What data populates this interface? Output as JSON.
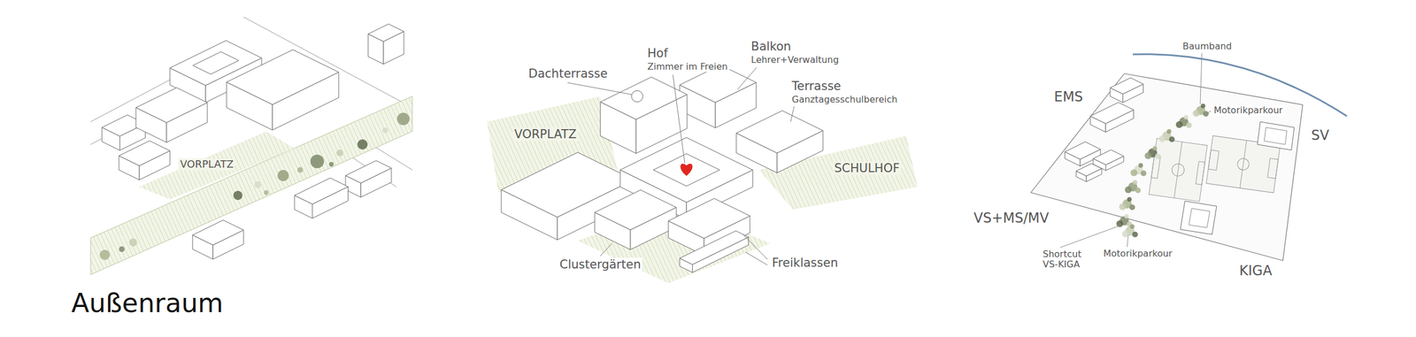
{
  "diagram": {
    "title": "Außenraum",
    "labels": [
      "VORPLATZ",
      "Dachterrasse",
      "Hof",
      "Zimmer im Freien",
      "Balkon",
      "Lehrer+Verwaltung",
      "Terrasse",
      "Ganztagesschulbereich",
      "VORPLATZ",
      "SCHULHOF",
      "Clustergärten",
      "Freiklassen",
      "Baumband",
      "EMS",
      "Motorikparkour",
      "SV",
      "VS+MS/MV",
      "Shortcut VS-KIGA",
      "Motorikparkour",
      "KIGA"
    ]
  }
}
